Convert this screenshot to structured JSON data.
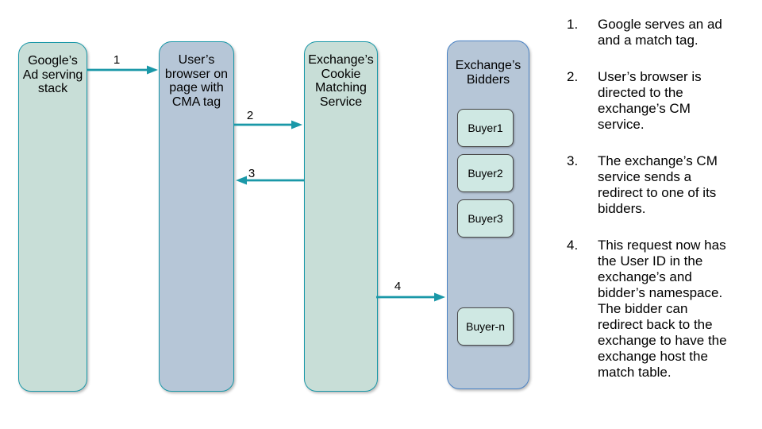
{
  "colors": {
    "teal_accent": "#1a98a8",
    "green_fill": "#c8ded7",
    "blue_fill": "#b6c6d7",
    "bidders_border": "#4a82c4",
    "buyer_fill": "#cfe8e3",
    "buyer_border": "#4a4a4a",
    "text": "#000000"
  },
  "diagram": {
    "nodes": [
      {
        "label": "Google’s\nAd serving\nstack"
      },
      {
        "label": "User’s\nbrowser on\npage with\nCMA tag"
      },
      {
        "label": "Exchange’s\nCookie\nMatching\nService"
      },
      {
        "label": "Exchange’s\nBidders"
      }
    ],
    "buyers": [
      "Buyer1",
      "Buyer2",
      "Buyer3",
      "Buyer-n"
    ],
    "arrows": [
      {
        "number": "1"
      },
      {
        "number": "2"
      },
      {
        "number": "3"
      },
      {
        "number": "4"
      }
    ]
  },
  "steps": [
    {
      "num": "1.",
      "text": "Google serves an ad\nand a match tag."
    },
    {
      "num": "2.",
      "text": "User’s browser is\ndirected to the\nexchange’s CM\nservice."
    },
    {
      "num": "3.",
      "text": "The exchange’s CM\nservice sends a\nredirect to one of its\nbidders."
    },
    {
      "num": "4.",
      "text": "This request now has\nthe User ID in the\nexchange’s and\nbidder’s namespace.\nThe bidder can\nredirect back to the\nexchange to have the\nexchange host the\nmatch table."
    }
  ]
}
